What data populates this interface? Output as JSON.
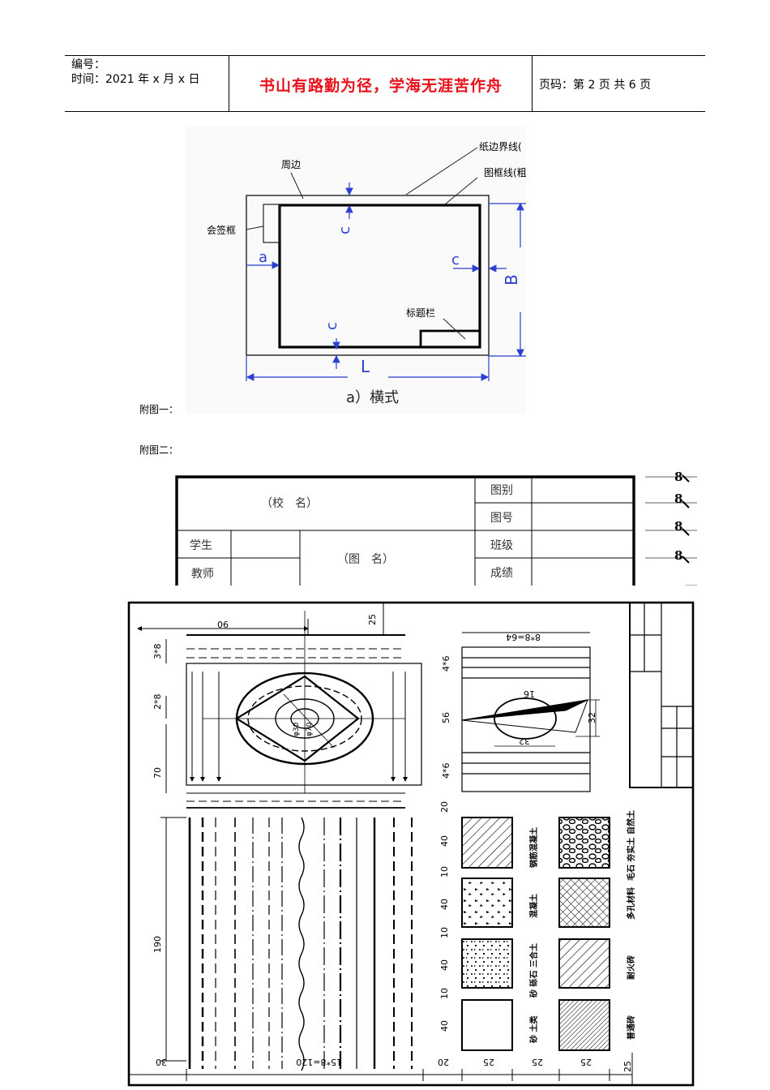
{
  "header": {
    "number_label": "编号：",
    "date_line": "时间：2021 年 x 月 x 日",
    "motto": "书山有路勤为径，学海无涯苦作舟",
    "page_info": "页码：第 2 页  共 6 页"
  },
  "figure1": {
    "caption": "附图一：",
    "labels": {
      "border_line": "纸边界线(",
      "frame_line": "图框线(粗",
      "margin": "周边",
      "sign_box": "会签框",
      "title_box": "标题栏",
      "dim_a": "a",
      "dim_c_top": "c",
      "dim_c_right": "c",
      "dim_c_bottom": "c",
      "dim_B": "B",
      "dim_L": "L",
      "subtitle": "a）横式"
    }
  },
  "figure2": {
    "caption": "附图二：",
    "school": "（校　名）",
    "drawing_name": "（图　名）",
    "labels": {
      "category": "图别",
      "number": "图号",
      "student": "学生",
      "class": "班级",
      "teacher": "教师",
      "grade": "成绩"
    },
    "row_heights": [
      "8",
      "8",
      "8",
      "8"
    ]
  },
  "figure3": {
    "dims": {
      "top_90": "90",
      "top_25": "25",
      "left_3x8": "3*8",
      "left_2x8": "2*8",
      "left_70": "70",
      "left_190": "190",
      "bottom_30": "30",
      "bottom_15x8": "15*8=120",
      "bottom_20": "20",
      "bottom_25a": "25",
      "bottom_25b": "25",
      "bottom_25c": "25",
      "right_25": "25",
      "ellipse_phi30": "φ30",
      "ellipse_phi70": "φ70",
      "comp_8x8": "8*8=64",
      "comp_4x6a": "4*6",
      "comp_56": "56",
      "comp_4x6b": "4*6",
      "comp_16": "16",
      "comp_32a": "32",
      "comp_32b": "32",
      "hatch_20": "20",
      "hatch_40a": "40",
      "hatch_10a": "10",
      "hatch_40b": "40",
      "hatch_10b": "10",
      "hatch_40c": "40",
      "hatch_10c": "10",
      "hatch_40d": "40"
    },
    "materials": {
      "reinforced_concrete": "钢筋混凝土",
      "gravel_soil": "毛石 夯实土 自然土",
      "concrete": "混凝土",
      "porous": "多孔材料",
      "mix": "砂 砾石 三合土",
      "refractory": "耐火砖",
      "sand": "砂 土类",
      "brick": "普通砖"
    }
  }
}
